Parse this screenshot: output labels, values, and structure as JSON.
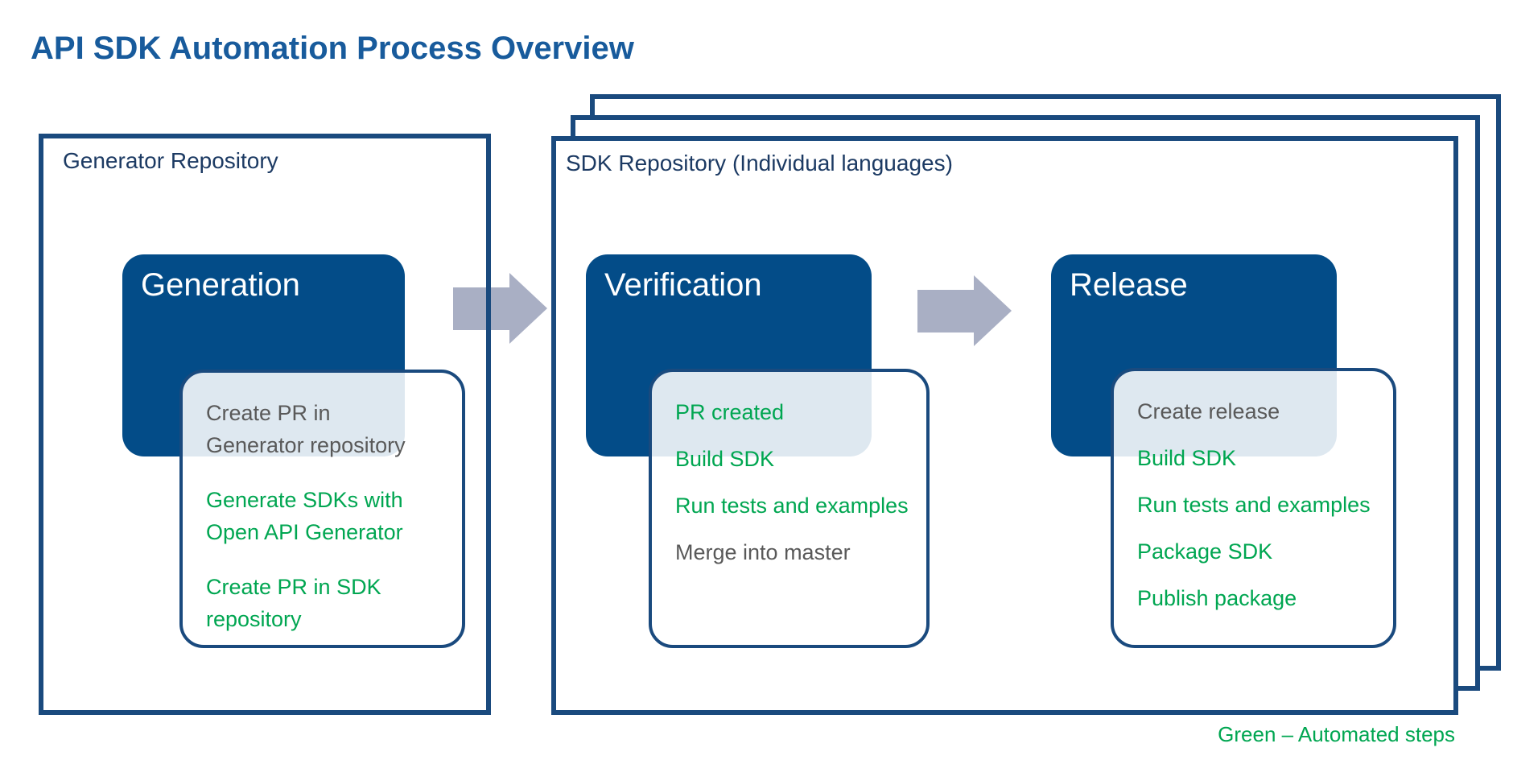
{
  "title": "API SDK Automation Process Overview",
  "legend": "Green – Automated steps",
  "colors": {
    "title_blue": "#185B9C",
    "navy_border": "#1A4A7E",
    "label_navy": "#1C3A63",
    "stage_fill": "#034C88",
    "stage_title_text": "#FFFFFF",
    "automated_green": "#00A651",
    "manual_gray": "#595959",
    "arrow_gray": "#A9AFC4",
    "card_fill": "rgba(255,255,255,0.87)"
  },
  "generator_repository": {
    "label": "Generator Repository",
    "stage": {
      "title": "Generation",
      "steps": [
        {
          "text": "Create PR in\nGenerator repository",
          "automated": false
        },
        {
          "text": "Generate SDKs with\nOpen API Generator",
          "automated": true
        },
        {
          "text": "Create PR in SDK\nrepository",
          "automated": true
        }
      ]
    }
  },
  "sdk_repository": {
    "label": "SDK Repository (Individual languages)",
    "stages": [
      {
        "title": "Verification",
        "steps": [
          {
            "text": "PR created",
            "automated": true
          },
          {
            "text": "Build SDK",
            "automated": true
          },
          {
            "text": "Run tests and examples",
            "automated": true
          },
          {
            "text": "Merge into master",
            "automated": false
          }
        ]
      },
      {
        "title": "Release",
        "steps": [
          {
            "text": "Create release",
            "automated": false
          },
          {
            "text": "Build SDK",
            "automated": true
          },
          {
            "text": "Run tests and examples",
            "automated": true
          },
          {
            "text": "Package SDK",
            "automated": true
          },
          {
            "text": "Publish package",
            "automated": true
          }
        ]
      }
    ]
  }
}
